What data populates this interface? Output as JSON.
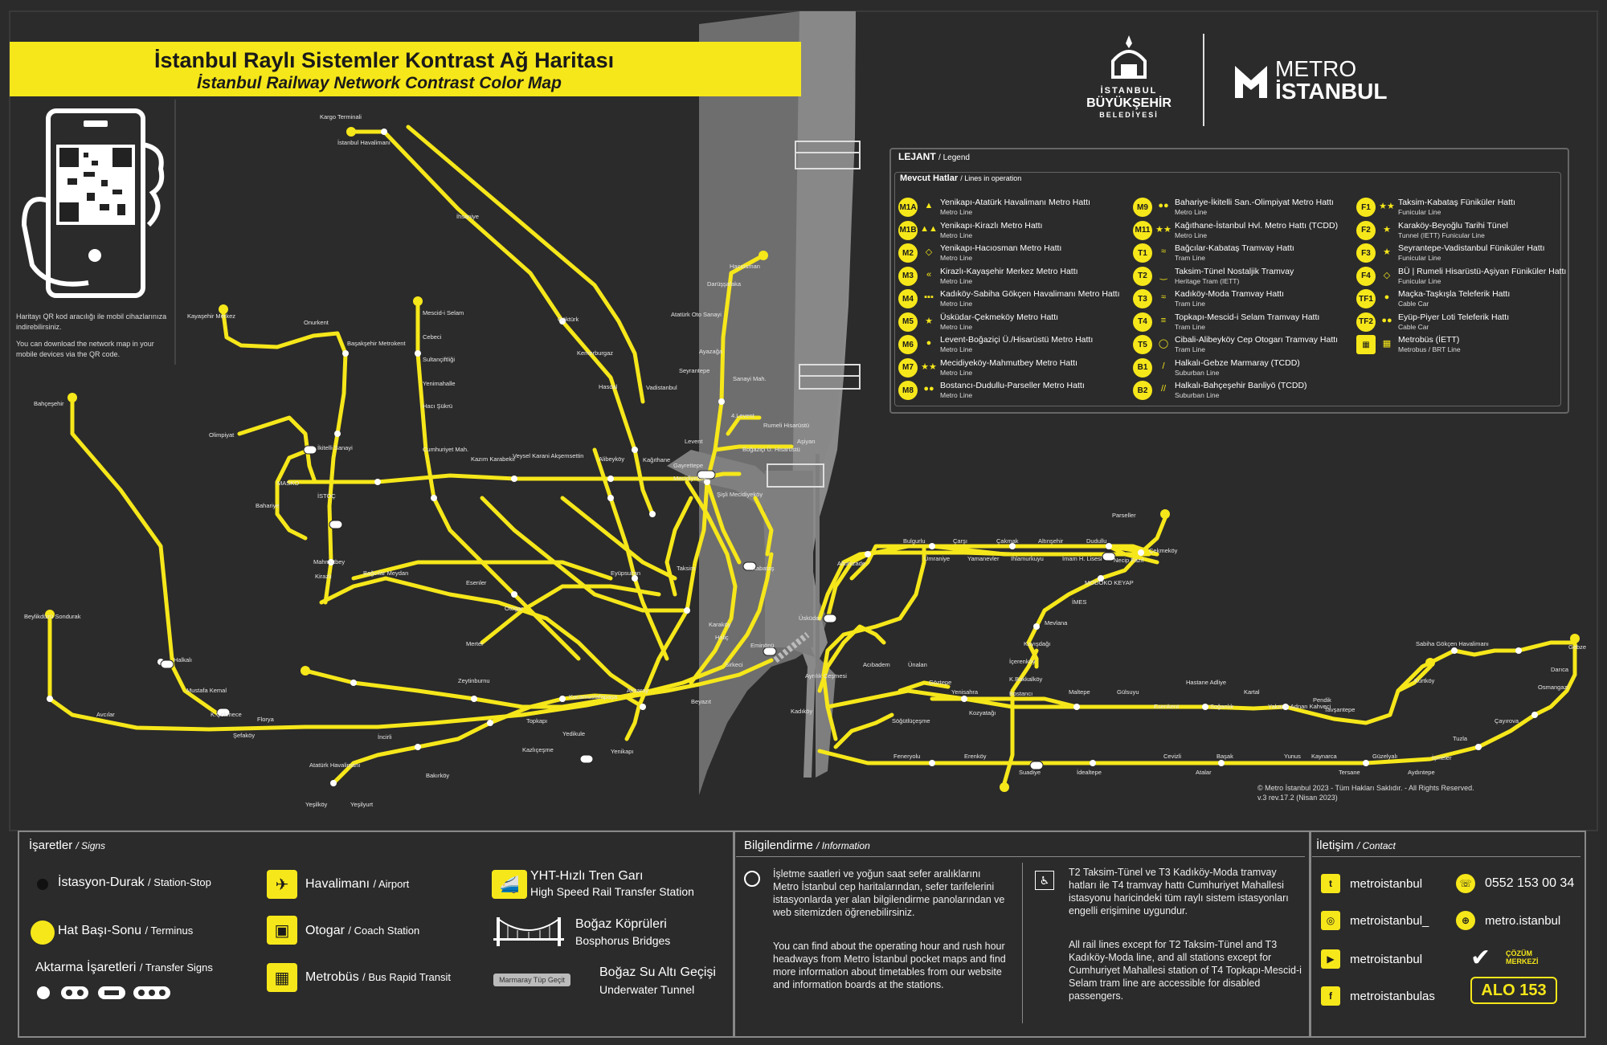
{
  "header": {
    "title_tr": "İstanbul Raylı Sistemler Kontrast Ağ Haritası",
    "title_en": "İstanbul Railway Network Contrast Color Map"
  },
  "qr": {
    "text_tr": "Haritayı QR kod aracılığı ile mobil cihazlarınıza indirebilirsiniz.",
    "text_en": "You can download the network map in your mobile devices via the QR code."
  },
  "logos": {
    "ibb_l1": "İSTANBUL",
    "ibb_l2": "BÜYÜKŞEHİR",
    "ibb_l3": "BELEDİYESİ",
    "metro_l1": "METRO",
    "metro_l2": "İSTANBUL"
  },
  "legend": {
    "title": "LEJANT",
    "title_en": "/ Legend",
    "subtitle": "Mevcut Hatlar",
    "subtitle_en": "/ Lines in operation",
    "col1": [
      {
        "code": "M1A",
        "name": "Yenikapı-Atatürk Havalimanı Metro Hattı",
        "type": "Metro Line",
        "sym": "▲"
      },
      {
        "code": "M1B",
        "name": "Yenikapı-Kirazlı Metro Hattı",
        "type": "Metro Line",
        "sym": "▲▲"
      },
      {
        "code": "M2",
        "name": "Yenikapı-Hacıosman Metro Hattı",
        "type": "Metro Line",
        "sym": "◇"
      },
      {
        "code": "M3",
        "name": "Kirazlı-Kayaşehir Merkez Metro Hattı",
        "type": "Metro Line",
        "sym": "«"
      },
      {
        "code": "M4",
        "name": "Kadıköy-Sabiha Gökçen Havalimanı Metro Hattı",
        "type": "Metro Line",
        "sym": "▪▪▪"
      },
      {
        "code": "M5",
        "name": "Üsküdar-Çekmeköy Metro Hattı",
        "type": "Metro Line",
        "sym": "★"
      },
      {
        "code": "M6",
        "name": "Levent-Boğaziçi Ü./Hisarüstü Metro Hattı",
        "type": "Metro Line",
        "sym": "●"
      },
      {
        "code": "M7",
        "name": "Mecidiyeköy-Mahmutbey Metro Hattı",
        "type": "Metro Line",
        "sym": "★★"
      },
      {
        "code": "M8",
        "name": "Bostancı-Dudullu-Parseller Metro Hattı",
        "type": "Metro Line",
        "sym": "●●"
      }
    ],
    "col2": [
      {
        "code": "M9",
        "name": "Bahariye-İkitelli San.-Olimpiyat Metro Hattı",
        "type": "Metro Line",
        "sym": "●●"
      },
      {
        "code": "M11",
        "name": "Kağıthane-İstanbul Hvl. Metro Hattı (TCDD)",
        "type": "Metro Line",
        "sym": "★★"
      },
      {
        "code": "T1",
        "name": "Bağcılar-Kabataş Tramvay Hattı",
        "type": "Tram Line",
        "sym": "≈"
      },
      {
        "code": "T2",
        "name": "Taksim-Tünel Nostaljik Tramvay",
        "type": "Heritage Tram (IETT)",
        "sym": "‿"
      },
      {
        "code": "T3",
        "name": "Kadıköy-Moda Tramvay Hattı",
        "type": "Tram Line",
        "sym": "≈"
      },
      {
        "code": "T4",
        "name": "Topkapı-Mescid-i Selam Tramvay Hattı",
        "type": "Tram Line",
        "sym": "≡"
      },
      {
        "code": "T5",
        "name": "Cibali-Alibeyköy Cep Otogarı Tramvay Hattı",
        "type": "Tram Line",
        "sym": "◯"
      },
      {
        "code": "B1",
        "name": "Halkalı-Gebze Marmaray (TCDD)",
        "type": "Suburban Line",
        "sym": "/"
      },
      {
        "code": "B2",
        "name": "Halkalı-Bahçeşehir Banliyö (TCDD)",
        "type": "Suburban Line",
        "sym": "//"
      }
    ],
    "col3": [
      {
        "code": "F1",
        "name": "Taksim-Kabataş Füniküler Hattı",
        "type": "Funicular Line",
        "sym": "★★"
      },
      {
        "code": "F2",
        "name": "Karaköy-Beyoğlu Tarihi Tünel",
        "type": "Tunnel (IETT) Funicular Line",
        "sym": "★"
      },
      {
        "code": "F3",
        "name": "Seyrantepe-Vadistanbul Füniküler Hattı",
        "type": "Funicular Line",
        "sym": "★"
      },
      {
        "code": "F4",
        "name": "BÜ | Rumeli Hisarüstü-Aşiyan Füniküler Hattı",
        "type": "Funicular Line",
        "sym": "◇"
      },
      {
        "code": "TF1",
        "name": "Maçka-Taşkışla Teleferik Hattı",
        "type": "Cable Car",
        "sym": "●"
      },
      {
        "code": "TF2",
        "name": "Eyüp-Piyer Loti Teleferik Hattı",
        "type": "Cable Car",
        "sym": "●●"
      },
      {
        "code": "BRT",
        "name": "Metrobüs (İETT)",
        "type": "Metrobus / BRT Line",
        "sym": "▦"
      }
    ]
  },
  "copyright": {
    "l1": "© Metro İstanbul 2023 - Tüm Hakları Saklıdır. - All Rights Reserved.",
    "l2": "v.3 rev.17.2 (Nisan 2023)"
  },
  "signs": {
    "title": "İşaretler",
    "title_en": "/ Signs",
    "station_tr": "İstasyon-Durak",
    "station_en": "/ Station-Stop",
    "terminus_tr": "Hat Başı-Sonu",
    "terminus_en": "/ Terminus",
    "transfer_tr": "Aktarma İşaretleri",
    "transfer_en": "/ Transfer Signs",
    "airport_tr": "Havalimanı",
    "airport_en": "/ Airport",
    "coach_tr": "Otogar",
    "coach_en": "/ Coach Station",
    "brt_tr": "Metrobüs",
    "brt_en": "/ Bus Rapid Transit",
    "yht_tr": "YHT-Hızlı Tren Garı",
    "yht_en": "High Speed Rail Transfer Station",
    "bridge_tr": "Boğaz Köprüleri",
    "bridge_en": "Bosphorus Bridges",
    "tunnel_tr": "Boğaz Su Altı Geçişi",
    "tunnel_en": "Underwater Tunnel",
    "tunnel_badge": "Marmaray Tüp Geçit"
  },
  "info": {
    "title": "Bilgilendirme",
    "title_en": "/ Information",
    "p1": "İşletme saatleri ve yoğun saat sefer aralıklarını Metro İstanbul cep haritalarından, sefer tarifelerini istasyonlarda yer alan bilgilendirme panolarından ve web sitemizden öğrenebilirsiniz.",
    "p2": "You can find about the operating hour and rush hour headways from Metro İstanbul pocket maps and find more information about timetables from our website and information boards at the stations.",
    "p3": "T2 Taksim-Tünel ve T3 Kadıköy-Moda tramvay hatları ile T4 tramvay hattı Cumhuriyet Mahallesi istasyonu haricindeki tüm raylı sistem istasyonları engelli erişimine uygundur.",
    "p4": "All rail lines except for T2 Taksim-Tünel and T3 Kadıköy-Moda line, and all stations except for Cumhuriyet Mahallesi station of T4 Topkapı-Mescid-i Selam tram line are accessible for disabled passengers."
  },
  "contact": {
    "title": "İletişim",
    "title_en": "/ Contact",
    "twitter": "metroistanbul",
    "instagram": "metroistanbul_",
    "youtube": "metroistanbul",
    "facebook": "metroistanbulas",
    "phone": "0552 153 00 34",
    "web": "metro.istanbul",
    "cozum": "ÇÖZÜM MERKEZİ",
    "alo": "ALO 153"
  },
  "stations": {
    "kargo": "Kargo Terminali",
    "ist_hvl": "İstanbul Havalimanı",
    "ihsaniye": "İhsaniye",
    "gokturk": "Göktürk",
    "kemerburgaz": "Kemerburgaz",
    "hasdal": "Hasdal",
    "kagithane": "Kağıthane",
    "gayrettepe": "Gayrettepe",
    "hacıosman": "Hacıosman",
    "darussafaka": "Darüşşafaka",
    "ataturk_oto": "Atatürk Oto Sanayi",
    "ayazaga": "Ayazağa",
    "seyrantepe": "Seyrantepe",
    "vadistanbul": "Vadistanbul",
    "sanayi": "Sanayi Mah.",
    "levent4": "4.Levent",
    "levent": "Levent",
    "rumeli": "Rumeli Hisarüstü",
    "asiyan": "Aşiyan",
    "bogazici": "Boğaziçi Ü. Hisarüstü",
    "mecidiyekoy": "Mecidiyeköy",
    "sisli": "Şişli Mecidiyeköy",
    "taksim": "Taksim",
    "kabatas": "Kabataş",
    "karakoy": "Karaköy",
    "sirkeci": "Sirkeci",
    "eminonu": "Eminönü",
    "beyazit": "Beyazıt",
    "yenikapi": "Yenikapı",
    "aksaray": "Aksaray",
    "topkapi": "Topkapı",
    "zeytinburnu": "Zeytinburnu",
    "bakirkoy": "Bakırköy",
    "ataturk_hvl": "Atatürk Havalimanı",
    "halkali": "Halkalı",
    "bahcesehir": "Bahçeşehir",
    "kirazli": "Kirazlı",
    "bagcilar": "Bağcılar Meydan",
    "esenler": "Esenler",
    "otogar": "Otogar",
    "mahmutbey": "Mahmutbey",
    "kayasehir": "Kayaşehir Merkez",
    "olimpiyat": "Olimpiyat",
    "ikitelli": "İkitelli Sanayi",
    "masko": "MASKO",
    "bahariye": "Bahariye",
    "istoc": "İSTOÇ",
    "onurkent": "Onurkent",
    "basaksehir": "Başakşehir Metrokent",
    "mescidiselam": "Mescid-i Selam",
    "cebeci": "Cebeci",
    "sultanciftligi": "Sultançiftliği",
    "yenimahalle": "Yenimahalle",
    "hacisukru": "Hacı Şükrü",
    "cumhuriyet": "Cumhuriyet Mah.",
    "kazim": "Kazım Karabekir",
    "veysel": "Veysel Karani Akşemsettin",
    "alibeykoy": "Alibeyköy",
    "eyup": "Eyüpsultan",
    "halic": "Haliç",
    "uskudar": "Üsküdar",
    "altunizade": "Altunizade",
    "bulgurlu": "Bulgurlu",
    "umraniye": "Ümraniye",
    "carsi": "Çarşı",
    "yamanevler": "Yamanevler",
    "cakmak": "Çakmak",
    "ihlamurkuyu": "Ihlamurkuyu",
    "altinsehir": "Altınşehir",
    "imamhatip": "İmam H. Lisesi",
    "dudullu": "Dudullu",
    "necip": "Necip Fazıl",
    "cekmekoy": "Çekmeköy",
    "parseller": "Parseller",
    "modoko": "MODOKO KEYAP",
    "imes": "İMES",
    "meviana": "Mevlana",
    "kayisdagi": "Kayışdağı",
    "icerenkoy": "İçerenköy",
    "bakkalkoy": "K.Bakkalköy",
    "bostanci": "Bostancı",
    "kadikoy": "Kadıköy",
    "ayrilik": "Ayrılık Çeşmesi",
    "acibadem": "Acıbadem",
    "unalan": "Ünalan",
    "goztepe": "Göztepe",
    "yenisahra": "Yenisahra",
    "kozyatagi": "Kozyatağı",
    "maltepe": "Maltepe",
    "gulsuyu": "Gülsuyu",
    "esenkent": "Esenkent",
    "hastane": "Hastane Adliye",
    "soganlik": "Soğanlık",
    "kartal": "Kartal",
    "yakacik": "Yakacık Adnan Kahveci",
    "pendik": "Pendik",
    "tavsantepe": "Tavşantepe",
    "kurtkoy": "Kurtköy",
    "sabiha": "Sabiha Gökçen Havalimanı",
    "gebze": "Gebze",
    "darica": "Darıca",
    "osmangazi": "Osmangazi",
    "cayirova": "Çayırova",
    "tuzla": "Tuzla",
    "icmeler": "İçmeler",
    "aydintepe": "Aydıntepe",
    "guzelyali": "Güzelyalı",
    "tersane": "Tersane",
    "kaynarca": "Kaynarca",
    "yunus": "Yunus",
    "basak": "Başak",
    "atalar": "Atalar",
    "cevizli": "Cevizli",
    "idealtepe": "İdealtepe",
    "suadiye": "Suadiye",
    "erenkoy": "Erenköy",
    "feneryolu": "Feneryolu",
    "sogutlucesme": "Söğütlüçeşme",
    "beylikduzu": "Beylikdüzü Sondurak",
    "avcilar": "Avcılar",
    "florya": "Florya",
    "yesilkoy": "Yeşilköy",
    "yesilyurt": "Yeşilyurt",
    "kucukcekmece": "K.Çekmece",
    "mustafakemal": "Mustafa Kemal",
    "sefakoy": "Şefaköy",
    "incirli": "İncirli",
    "merter": "Merter",
    "kazlicesme": "Kazlıçeşme",
    "yedikule": "Yedikule",
    "kocamustafapasa": "Kocamustafapaşa"
  }
}
